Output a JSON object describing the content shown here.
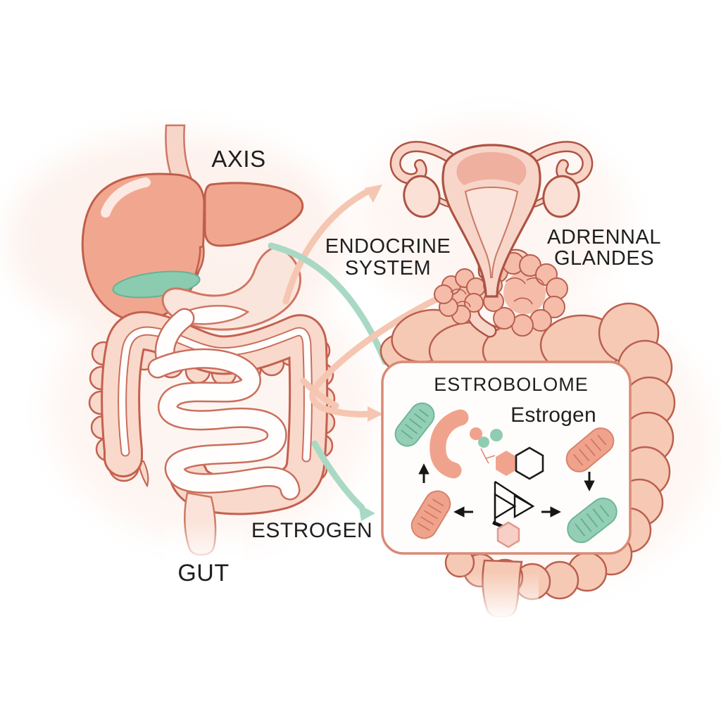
{
  "labels": {
    "axis": "AXIS",
    "endocrine": {
      "line1": "ENDOCRINE",
      "line2": "SYSTEM"
    },
    "adrenal": {
      "line1": "ADRENNAL",
      "line2": "GLANDES"
    },
    "estrogen_caps": "ESTROGEN",
    "gut": "GUT"
  },
  "estrobolome_box": {
    "title": "ESTROBOLOME",
    "estrogen_label": "Estrogen",
    "shapes": [
      "teal-bacterium-top-left",
      "salmon-crescent-bacterium",
      "salmon-dot",
      "teal-dot",
      "teal-dot",
      "salmon-hexagon-molecule",
      "black-hexagon-molecule",
      "salmon-bacterium-right",
      "teal-bacterium-bottom-right",
      "salmon-bacterium-bottom-left",
      "triangle-deconjugation-symbol",
      "pink-hexagon-molecule",
      "cycle-arrow-up",
      "cycle-arrow-left",
      "cycle-arrow-right",
      "cycle-arrow-down"
    ]
  },
  "palette": {
    "liver_fill": "#f1a78f",
    "organ_outline": "#bf5f4c",
    "gallbladder_teal": "#8bcbb0",
    "stomach_cream": "#fae5dc",
    "colon_left_fill": "#f9d9cb",
    "colon_right_fill": "#f6c9b4",
    "uterus_fill": "#f8d5c9",
    "uterus_outline": "#ad5342",
    "bacterium_teal": "#93ceb5",
    "bacterium_salmon": "#f0a38c",
    "connector_salmon": "#f5c6b1",
    "connector_teal": "#a9d9c4",
    "box_border": "#d98a75",
    "text": "#1f1f1f",
    "background": "#ffffff"
  }
}
